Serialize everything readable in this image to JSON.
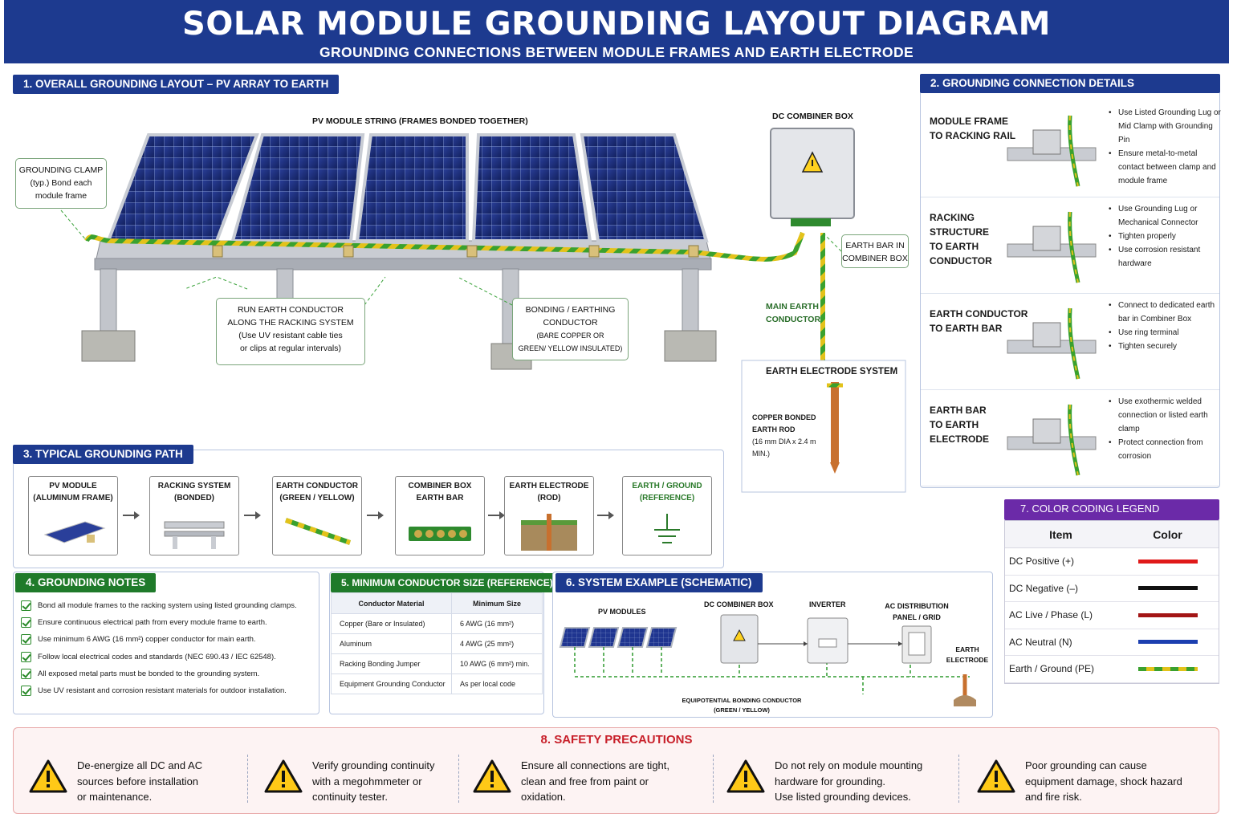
{
  "header": {
    "title": "SOLAR MODULE GROUNDING LAYOUT DIAGRAM",
    "subtitle": "GROUNDING CONNECTIONS BETWEEN MODULE FRAMES AND EARTH ELECTRODE"
  },
  "sec1": {
    "tab": "1. OVERALL GROUNDING LAYOUT – PV ARRAY TO EARTH",
    "string_label": "PV MODULE STRING (FRAMES BONDED TOGETHER)",
    "combiner_label": "DC COMBINER BOX",
    "clamp_title": "GROUNDING CLAMP",
    "clamp_text1": "(typ.) Bond each",
    "clamp_text2": "module frame",
    "run_title1": "RUN EARTH CONDUCTOR",
    "run_title2": "ALONG THE RACKING SYSTEM",
    "run_text1": "(Use UV resistant cable ties",
    "run_text2": "or clips at regular intervals)",
    "bond_title1": "BONDING / EARTHING",
    "bond_title2": "CONDUCTOR",
    "bond_text1": "(BARE COPPER OR",
    "bond_text2": "GREEN/ YELLOW INSULATED)",
    "earthbar1": "EARTH BAR IN",
    "earthbar2": "COMBINER BOX",
    "main1": "MAIN EARTH",
    "main2": "CONDUCTOR",
    "electrode_title": "EARTH ELECTRODE SYSTEM",
    "rod1": "COPPER BONDED",
    "rod2": "EARTH ROD",
    "rod3": "(16 mm DIA x 2.4 m",
    "rod4": "MIN.)"
  },
  "sec2": {
    "tab": "2. GROUNDING CONNECTION DETAILS",
    "rows": [
      {
        "t1": "MODULE FRAME",
        "t2": "TO RACKING RAIL",
        "b": [
          "Use Listed Grounding Lug or Mid Clamp with Grounding Pin",
          "Ensure metal-to-metal contact between clamp and module frame"
        ]
      },
      {
        "t1": "RACKING STRUCTURE",
        "t2": "TO EARTH CONDUCTOR",
        "b": [
          "Use Grounding Lug or Mechanical Connector",
          "Tighten properly",
          "Use corrosion resistant hardware"
        ]
      },
      {
        "t1": "EARTH CONDUCTOR",
        "t2": "TO EARTH BAR",
        "b": [
          "Connect to dedicated earth bar in Combiner Box",
          "Use ring terminal",
          "Tighten securely"
        ]
      },
      {
        "t1": "EARTH BAR",
        "t2": "TO EARTH ELECTRODE",
        "b": [
          "Use exothermic welded connection or listed earth clamp",
          "Protect connection from corrosion"
        ]
      }
    ]
  },
  "sec3": {
    "tab": "3. TYPICAL GROUNDING PATH",
    "steps": [
      {
        "l1": "PV MODULE",
        "l2": "(ALUMINUM FRAME)"
      },
      {
        "l1": "RACKING SYSTEM",
        "l2": "(BONDED)"
      },
      {
        "l1": "EARTH CONDUCTOR",
        "l2": "(GREEN / YELLOW)"
      },
      {
        "l1": "COMBINER BOX",
        "l2": "EARTH BAR"
      },
      {
        "l1": "EARTH ELECTRODE",
        "l2": "(ROD)"
      },
      {
        "l1": "EARTH / GROUND",
        "l2": "(REFERENCE)"
      }
    ]
  },
  "sec4": {
    "tab": "4. GROUNDING NOTES",
    "notes": [
      "Bond all module frames to the racking system using listed grounding clamps.",
      "Ensure continuous electrical path from every module frame to earth.",
      "Use minimum 6 AWG (16 mm²) copper conductor for main earth.",
      "Follow local electrical codes and standards (NEC 690.43 / IEC 62548).",
      "All exposed metal parts must be bonded to the grounding system.",
      "Use UV resistant and corrosion resistant materials for outdoor installation."
    ]
  },
  "sec5": {
    "tab": "5. MINIMUM CONDUCTOR SIZE (REFERENCE)",
    "h1": "Conductor Material",
    "h2": "Minimum Size",
    "rows": [
      [
        "Copper (Bare or Insulated)",
        "6 AWG (16 mm²)"
      ],
      [
        "Aluminum",
        "4 AWG (25 mm²)"
      ],
      [
        "Racking Bonding Jumper",
        "10 AWG (6 mm²) min."
      ],
      [
        "Equipment Grounding Conductor",
        "As per local code"
      ]
    ]
  },
  "sec6": {
    "tab": "6. SYSTEM EXAMPLE (SCHEMATIC)",
    "pv": "PV MODULES",
    "dcb": "DC COMBINER BOX",
    "inv": "INVERTER",
    "acd1": "AC DISTRIBUTION",
    "acd2": "PANEL / GRID",
    "ee1": "EARTH",
    "ee2": "ELECTRODE",
    "eq1": "EQUIPOTENTIAL BONDING CONDUCTOR",
    "eq2": "(GREEN / YELLOW)"
  },
  "sec7": {
    "tab": "7. COLOR CODING LEGEND",
    "h1": "Item",
    "h2": "Color",
    "rows": [
      {
        "item": "DC Positive (+)",
        "color": "#e01a1a"
      },
      {
        "item": "DC Negative (–)",
        "color": "#111111"
      },
      {
        "item": "AC Live / Phase (L)",
        "color": "#a31515"
      },
      {
        "item": "AC Neutral (N)",
        "color": "#1c3fb0"
      },
      {
        "item": "Earth / Ground (PE)",
        "color": "#9fc21f"
      }
    ]
  },
  "sec8": {
    "title": "8. SAFETY PRECAUTIONS",
    "items": [
      [
        "De-energize all DC and AC",
        "sources before installation",
        "or maintenance."
      ],
      [
        "Verify grounding continuity",
        "with a megohmmeter or",
        "continuity tester."
      ],
      [
        "Ensure all connections are tight,",
        "clean and free from paint or",
        "oxidation."
      ],
      [
        "Do not rely on module mounting",
        "hardware for grounding.",
        "Use listed grounding devices."
      ],
      [
        "Poor grounding can cause",
        "equipment damage, shock hazard",
        "and fire risk."
      ]
    ]
  }
}
